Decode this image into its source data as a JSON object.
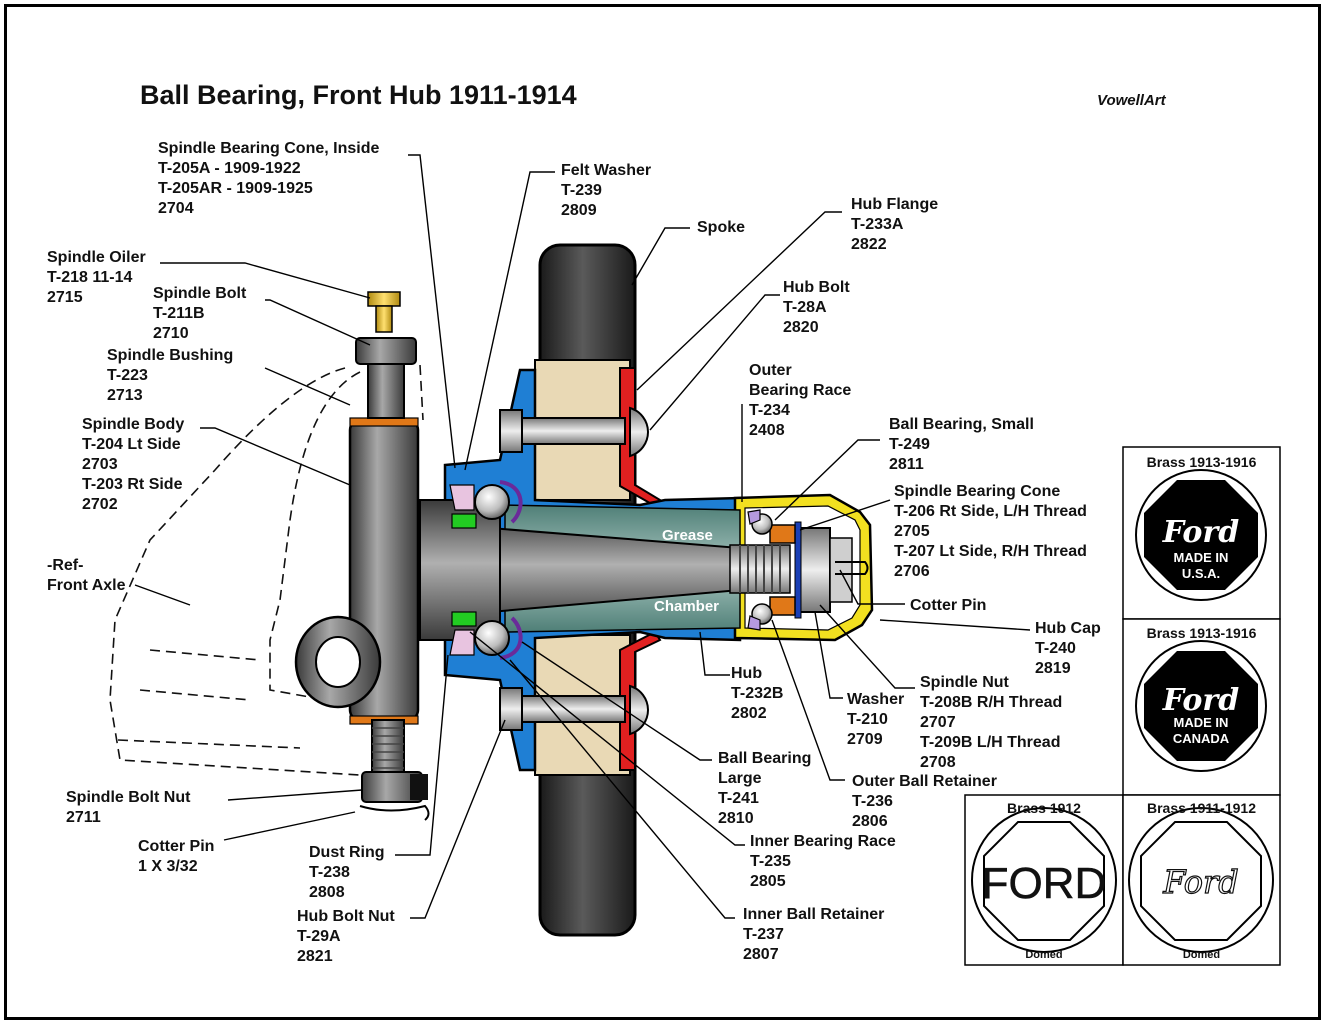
{
  "title": "Ball Bearing, Front Hub 1911-1914",
  "credit": "VowellArt",
  "labels": {
    "spindle_bearing_cone_inside": [
      "Spindle Bearing Cone, Inside",
      "T-205A - 1909-1922",
      "T-205AR - 1909-1925",
      "2704"
    ],
    "felt_washer": [
      "Felt Washer",
      "T-239",
      "2809"
    ],
    "spoke": [
      "Spoke"
    ],
    "hub_flange": [
      "Hub Flange",
      "T-233A",
      "2822"
    ],
    "hub_bolt": [
      "Hub Bolt",
      "T-28A",
      "2820"
    ],
    "spindle_oiler": [
      "Spindle Oiler",
      "T-218 11-14",
      "2715"
    ],
    "spindle_bolt": [
      "Spindle Bolt",
      "T-211B",
      "2710"
    ],
    "spindle_bushing": [
      "Spindle Bushing",
      "T-223",
      "2713"
    ],
    "spindle_body": [
      "Spindle Body",
      "T-204 Lt Side",
      "2703",
      "T-203 Rt Side",
      "2702"
    ],
    "outer_bearing_race": [
      "Outer",
      "Bearing Race",
      "T-234",
      "2408"
    ],
    "ball_bearing_small": [
      "Ball Bearing, Small",
      "T-249",
      "2811"
    ],
    "spindle_bearing_cone": [
      "Spindle Bearing Cone",
      "T-206 Rt Side, L/H Thread",
      "2705",
      "T-207 Lt Side, R/H Thread",
      "2706"
    ],
    "ref_front_axle": [
      "-Ref-",
      "Front Axle"
    ],
    "cotter_pin_right": [
      "Cotter Pin"
    ],
    "hub_cap": [
      "Hub Cap",
      "T-240",
      "2819"
    ],
    "hub": [
      "Hub",
      "T-232B",
      "2802"
    ],
    "washer": [
      "Washer",
      "T-210",
      "2709"
    ],
    "spindle_nut": [
      "Spindle Nut",
      "T-208B R/H Thread",
      "2707",
      "T-209B L/H Thread",
      "2708"
    ],
    "ball_bearing_large": [
      "Ball Bearing",
      "Large",
      "T-241",
      "2810"
    ],
    "outer_ball_retainer": [
      "Outer Ball Retainer",
      "T-236",
      "2806"
    ],
    "spindle_bolt_nut": [
      "Spindle Bolt Nut",
      "2711"
    ],
    "cotter_pin_left": [
      "Cotter Pin",
      "1 X 3/32"
    ],
    "dust_ring": [
      "Dust Ring",
      "T-238",
      "2808"
    ],
    "inner_bearing_race": [
      "Inner Bearing Race",
      "T-235",
      "2805"
    ],
    "hub_bolt_nut": [
      "Hub Bolt Nut",
      "T-29A",
      "2821"
    ],
    "inner_ball_retainer": [
      "Inner Ball Retainer",
      "T-237",
      "2807"
    ]
  },
  "inner_text": {
    "grease": "Grease",
    "chamber": "Chamber"
  },
  "hub_caps": [
    {
      "heading": "Brass 1913-1916",
      "logo": "Ford",
      "line1": "MADE IN",
      "line2": "U.S.A.",
      "footer": ""
    },
    {
      "heading": "Brass 1913-1916",
      "logo": "Ford",
      "line1": "MADE IN",
      "line2": "CANADA",
      "footer": ""
    },
    {
      "heading": "Brass 1912",
      "logo": "FORD",
      "footer": "Domed"
    },
    {
      "heading": "Brass 1911-1912",
      "logo": "Ford",
      "footer": "Domed"
    }
  ],
  "colors": {
    "hub_blue": "#1f7fd4",
    "hub_cap_yellow": "#f2e020",
    "red_flange": "#e02020",
    "wood": "#e9d9b5",
    "tire_dark": "#2e2e2e",
    "grease_teal": "#6a9a92",
    "green_washer": "#22cc22",
    "orange_bushing": "#e07818",
    "purple_retainer": "#6a2a9a"
  }
}
